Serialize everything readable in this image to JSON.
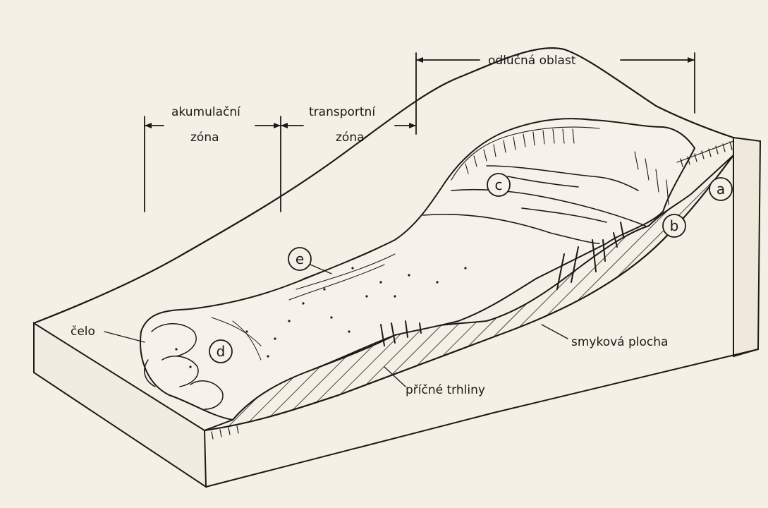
{
  "labels": {
    "odlucna_oblast": "odlučná oblast",
    "akumulacni_line1": "akumulační",
    "akumulacni_line2": "zóna",
    "transportni_line1": "transportní",
    "transportni_line2": "zóna",
    "celo": "čelo",
    "smykova_plocha": "smyková plocha",
    "pricne_trhliny": "příčné trhliny"
  },
  "markers": {
    "a": "a",
    "b": "b",
    "c": "c",
    "d": "d",
    "e": "e"
  }
}
